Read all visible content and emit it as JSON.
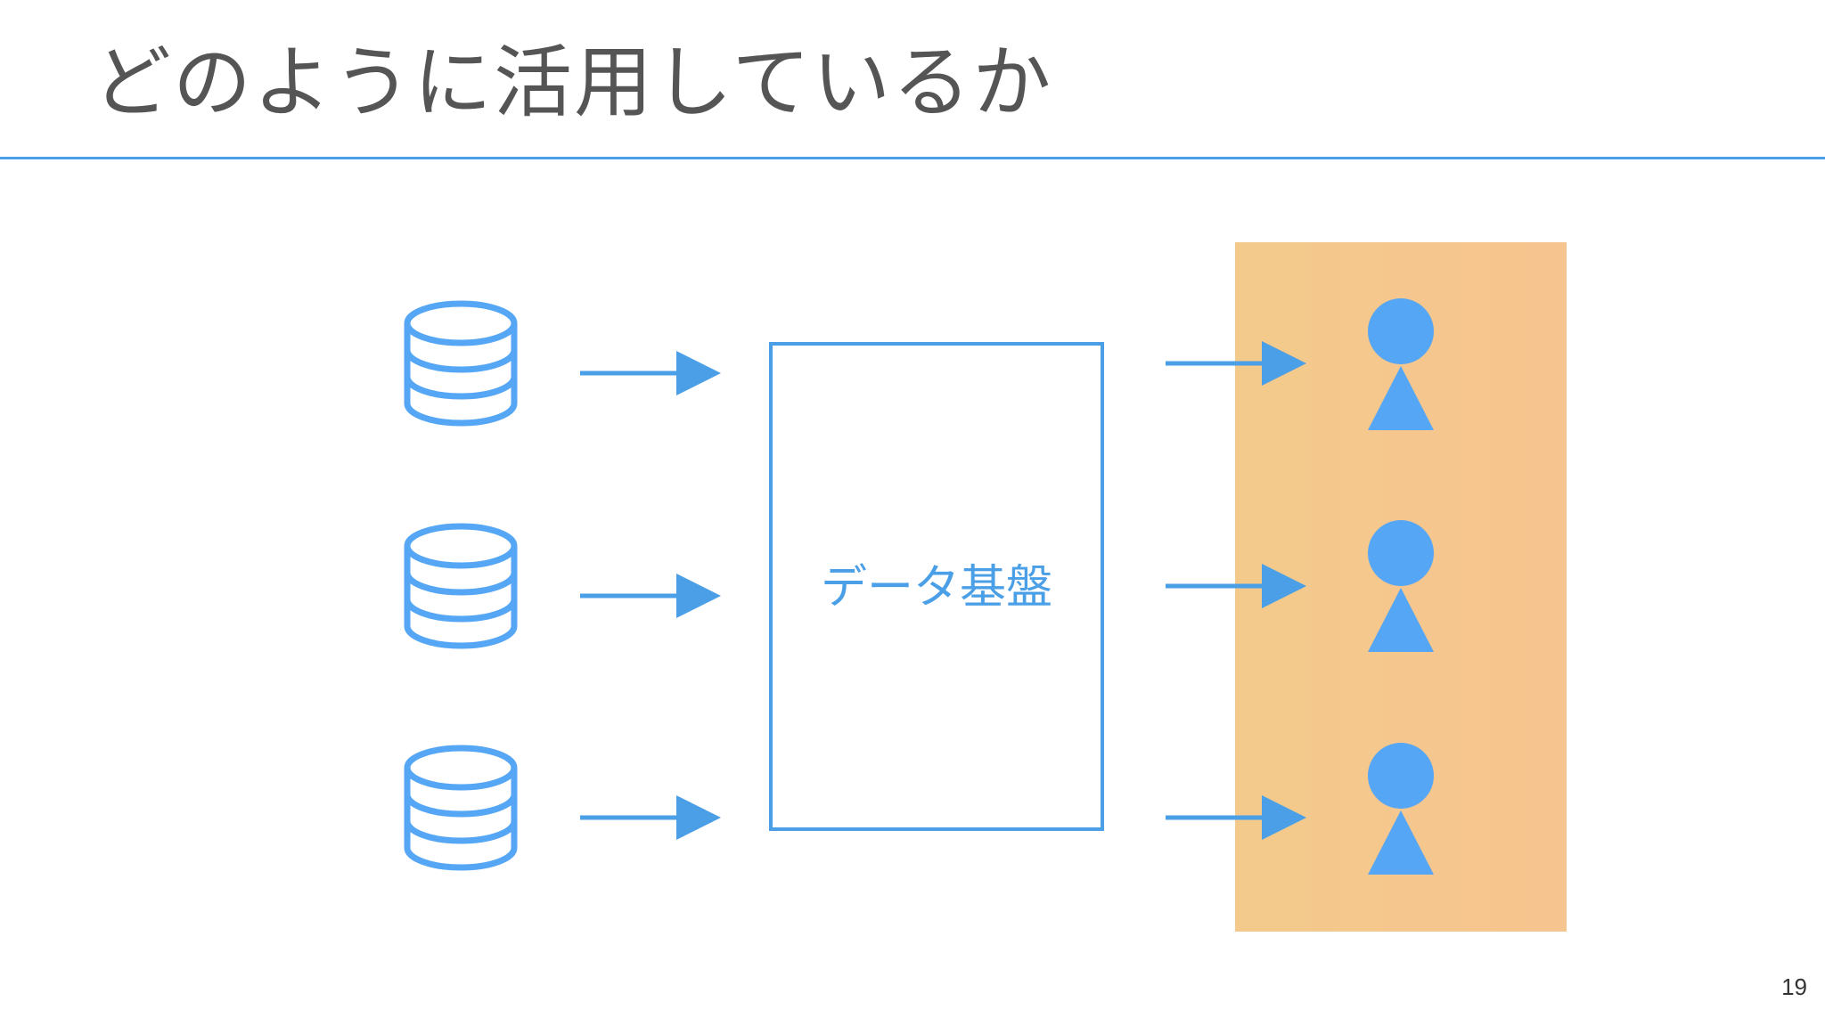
{
  "slide": {
    "title": "どのように活用しているか",
    "page_number": "19"
  },
  "diagram": {
    "hub_label": "データ基盤",
    "source_icon": "database-icon",
    "consumer_icon": "person-icon",
    "source_count": 3,
    "consumer_count": 3
  },
  "colors": {
    "accent_blue": "#4a9fe6",
    "icon_blue": "#55a6f5",
    "consumer_panel": "#f5c78e",
    "title_text": "#555555"
  }
}
